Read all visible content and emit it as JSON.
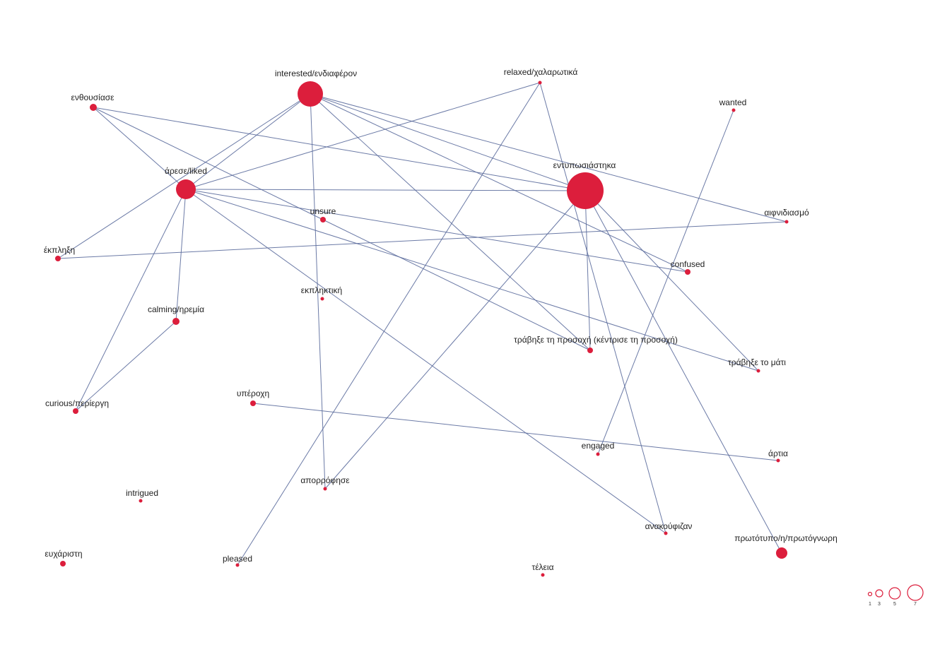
{
  "colors": {
    "node": "#dc1e3c",
    "edge": "#5b6b9c",
    "label": "#222222"
  },
  "nodes": [
    {
      "id": "interested",
      "label": "interested/ενδιαφέρον",
      "size": 6
    },
    {
      "id": "relaxed",
      "label": "relaxed/χαλαρωτικά",
      "size": 1
    },
    {
      "id": "enthousiase",
      "label": "ενθουσίασε",
      "size": 2
    },
    {
      "id": "wanted",
      "label": "wanted",
      "size": 1
    },
    {
      "id": "arese",
      "label": "άρεσε/liked",
      "size": 5
    },
    {
      "id": "entyposiastika",
      "label": "εντυπωσιάστηκα",
      "size": 8
    },
    {
      "id": "unsure",
      "label": "unsure",
      "size": 1.5
    },
    {
      "id": "aifnidiasmo",
      "label": "αιφνιδιασμό",
      "size": 1
    },
    {
      "id": "ekplixi",
      "label": "έκπληξη",
      "size": 1.5
    },
    {
      "id": "confused",
      "label": "confused",
      "size": 1.5
    },
    {
      "id": "ekpliktiki",
      "label": "εκπληκτική",
      "size": 1
    },
    {
      "id": "calming",
      "label": "calming/ηρεμία",
      "size": 2
    },
    {
      "id": "travikse_prosoxi",
      "label": "τράβηξε τη προσοχή (κέντρισε τη προσοχή)",
      "size": 1.5
    },
    {
      "id": "travikse_mati",
      "label": "τράβηξε το μάτι",
      "size": 1
    },
    {
      "id": "curious",
      "label": "curious/περίεργη",
      "size": 1.5
    },
    {
      "id": "yperoxi",
      "label": "υπέροχη",
      "size": 1.5
    },
    {
      "id": "engaged",
      "label": "engaged",
      "size": 1
    },
    {
      "id": "artia",
      "label": "άρτια",
      "size": 1
    },
    {
      "id": "aporrofise",
      "label": "απορρόφησε",
      "size": 1
    },
    {
      "id": "intrigued",
      "label": "intrigued",
      "size": 1
    },
    {
      "id": "anakoufizan",
      "label": "ανακούφιζαν",
      "size": 1
    },
    {
      "id": "prototypo",
      "label": "πρωτότυπο/η/πρωτόγνωρη",
      "size": 3
    },
    {
      "id": "efxaristi",
      "label": "ευχάριστη",
      "size": 1.5
    },
    {
      "id": "pleased",
      "label": "pleased",
      "size": 1
    },
    {
      "id": "teleia",
      "label": "τέλεια",
      "size": 1
    }
  ],
  "edges": [
    [
      "interested",
      "arese"
    ],
    [
      "interested",
      "ekplixi"
    ],
    [
      "interested",
      "aporrofise"
    ],
    [
      "interested",
      "entyposiastika"
    ],
    [
      "interested",
      "aifnidiasmo"
    ],
    [
      "interested",
      "confused"
    ],
    [
      "interested",
      "travikse_prosoxi"
    ],
    [
      "enthousiase",
      "arese"
    ],
    [
      "enthousiase",
      "entyposiastika"
    ],
    [
      "enthousiase",
      "unsure"
    ],
    [
      "relaxed",
      "arese"
    ],
    [
      "relaxed",
      "pleased"
    ],
    [
      "relaxed",
      "anakoufizan"
    ],
    [
      "arese",
      "entyposiastika"
    ],
    [
      "arese",
      "confused"
    ],
    [
      "arese",
      "travikse_mati"
    ],
    [
      "arese",
      "anakoufizan"
    ],
    [
      "arese",
      "calming"
    ],
    [
      "arese",
      "curious"
    ],
    [
      "calming",
      "curious"
    ],
    [
      "unsure",
      "travikse_prosoxi"
    ],
    [
      "ekplixi",
      "aifnidiasmo"
    ],
    [
      "entyposiastika",
      "travikse_prosoxi"
    ],
    [
      "entyposiastika",
      "travikse_mati"
    ],
    [
      "entyposiastika",
      "prototypo"
    ],
    [
      "entyposiastika",
      "aporrofise"
    ],
    [
      "wanted",
      "engaged"
    ],
    [
      "yperoxi",
      "artia"
    ]
  ],
  "legend": {
    "labels": [
      "1",
      "3",
      "5",
      "7"
    ],
    "sizes": [
      1,
      3,
      5,
      7
    ]
  }
}
